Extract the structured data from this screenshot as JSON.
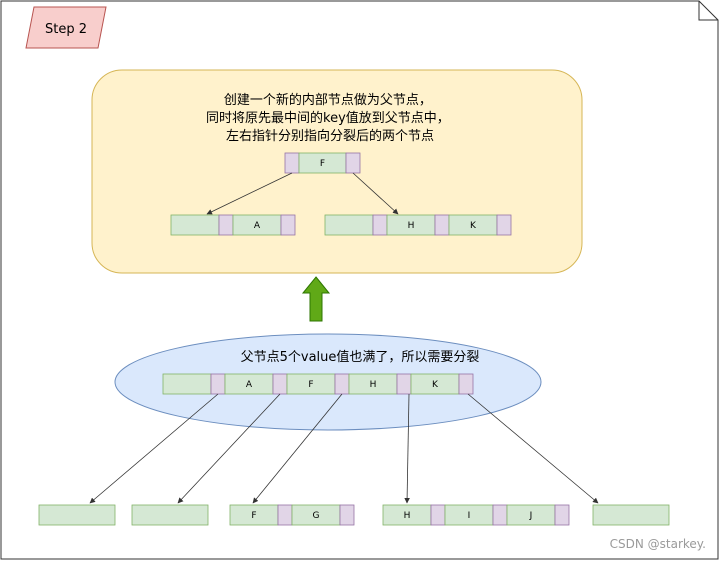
{
  "colors": {
    "page_border": "#333333",
    "step_fill": "#f8cecc",
    "step_stroke": "#b85450",
    "box_fill": "#fff2cc",
    "box_stroke": "#d6b656",
    "ellipse_fill": "#dae8fc",
    "ellipse_stroke": "#6c8ebf",
    "key_fill": "#d5e8d4",
    "key_stroke": "#82b366",
    "ptr_fill": "#e1d5e7",
    "ptr_stroke": "#9673a6",
    "arrow_fill": "#60a917",
    "arrow_stroke": "#2d7600"
  },
  "step_label": "Step 2",
  "top_box": {
    "lines": [
      "创建一个新的内部节点做为父节点，",
      "同时将原先最中间的key值放到父节点中，",
      "左右指针分别指向分裂后的两个节点"
    ],
    "parent_keys": [
      "F"
    ],
    "left_child_keys": [
      "A"
    ],
    "right_child_keys": [
      "H",
      "K"
    ]
  },
  "ellipse": {
    "text": "父节点5个value值也满了，所以需要分裂",
    "keys": [
      "A",
      "F",
      "H",
      "K"
    ]
  },
  "leaves": [
    {
      "keys": []
    },
    {
      "keys": []
    },
    {
      "keys": [
        "F",
        "G"
      ]
    },
    {
      "keys": [
        "H",
        "I",
        "J"
      ]
    },
    {
      "keys": []
    }
  ],
  "watermark": "CSDN @starkey."
}
